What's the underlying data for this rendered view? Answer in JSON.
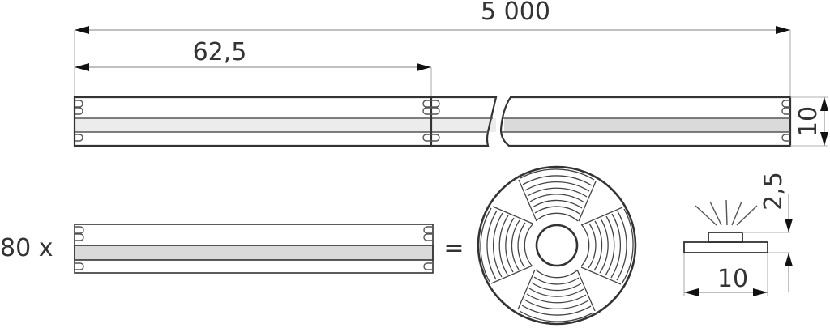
{
  "diagram": {
    "type": "technical-drawing",
    "subject": "LED strip dimensions",
    "colors": {
      "line": "#333333",
      "band_light": "#ececec",
      "band_grey": "#dadada",
      "dimension_line": "#9a9a9a",
      "arrow": "#111111",
      "background": "#ffffff"
    }
  },
  "dimensions": {
    "total_length": "5 000",
    "segment_length": "62,5",
    "strip_width": "10",
    "led_height": "2,5",
    "profile_width": "10"
  },
  "labels": {
    "multiplier": "80 x",
    "equals": "="
  }
}
